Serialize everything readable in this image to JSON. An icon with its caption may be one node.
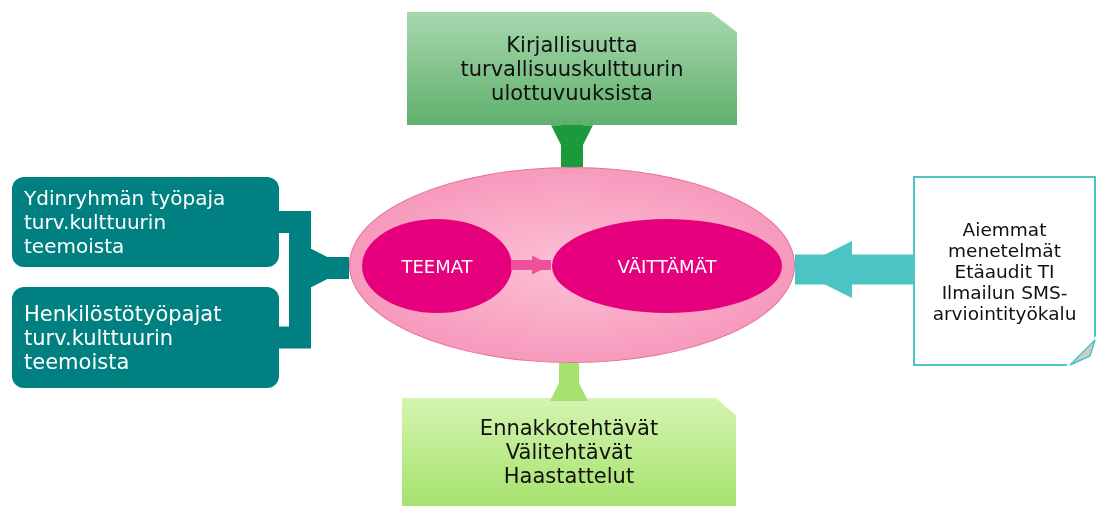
{
  "diagram": {
    "nodes": [
      {
        "text": [
          "Kirjallisuutta turvallisuuskulttuurin ulottuvuuksista"
        ]
      },
      {
        "text": [
          "Ydinryhmän työpaja turv.kulttuurin teemoista"
        ]
      },
      {
        "text": [
          "Henkilöstötyöpajat turv.kulttuurin teemoista"
        ]
      },
      {
        "text": [],
        "shape": "ellipse"
      },
      {
        "text": [
          "TEEMAT"
        ],
        "in": 3
      },
      {
        "text": [
          "VÄITTÄMÄT"
        ],
        "in": 3
      },
      {
        "text": [
          "Aiemmat menetelmät",
          "Etäaudit TI",
          "Ilmailun SMS-arviointityökalu"
        ]
      },
      {
        "text": [
          "Ennakkotehtävät",
          "Välitehtävät",
          "Haastattelut"
        ]
      }
    ],
    "edges": [
      {
        "from": 0,
        "to": 3,
        "arrow": "to",
        "color": "#1a9a3a"
      },
      {
        "from": 1,
        "to": 3,
        "arrow": "to",
        "color": "#008080"
      },
      {
        "from": 2,
        "to": 3,
        "arrow": "to",
        "color": "#008080"
      },
      {
        "from": 4,
        "to": 5,
        "arrow": "to",
        "color": "#f0509a"
      },
      {
        "from": 6,
        "to": 3,
        "arrow": "to",
        "color": "#4cc4c4"
      },
      {
        "from": 7,
        "to": 3,
        "arrow": "to",
        "color": "#a6e26e"
      }
    ]
  }
}
